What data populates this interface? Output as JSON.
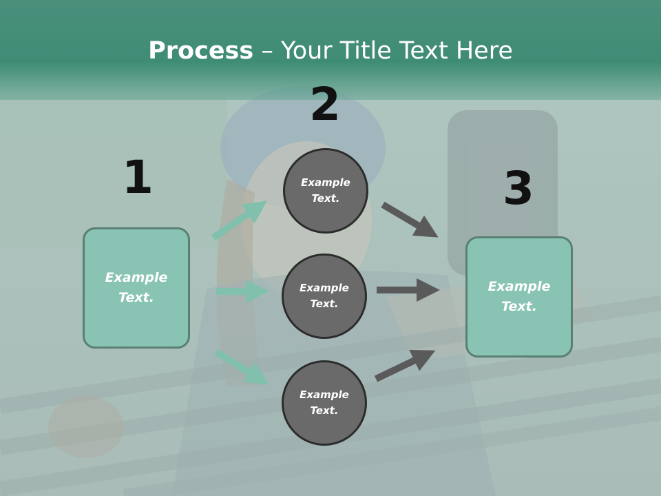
{
  "slide": {
    "title_bold": "Process",
    "title_rest": " – Your Title Text Here"
  },
  "steps": [
    {
      "number": "1",
      "box_line1": "Example",
      "box_line2": "Text."
    },
    {
      "number": "2"
    },
    {
      "number": "3",
      "box_line1": "Example",
      "box_line2": "Text."
    }
  ],
  "circles": [
    {
      "line1": "Example",
      "line2": "Text."
    },
    {
      "line1": "Example",
      "line2": "Text."
    },
    {
      "line1": "Example",
      "line2": "Text."
    }
  ],
  "colors": {
    "title_band": "#3f8c75",
    "box_fill": "#88c3b3",
    "box_border": "#5a7f73",
    "circle_fill": "#6a6a6a",
    "circle_border": "#2c2c2c",
    "arrow_left": "#80c0ad",
    "arrow_right": "#5a5a5a"
  }
}
